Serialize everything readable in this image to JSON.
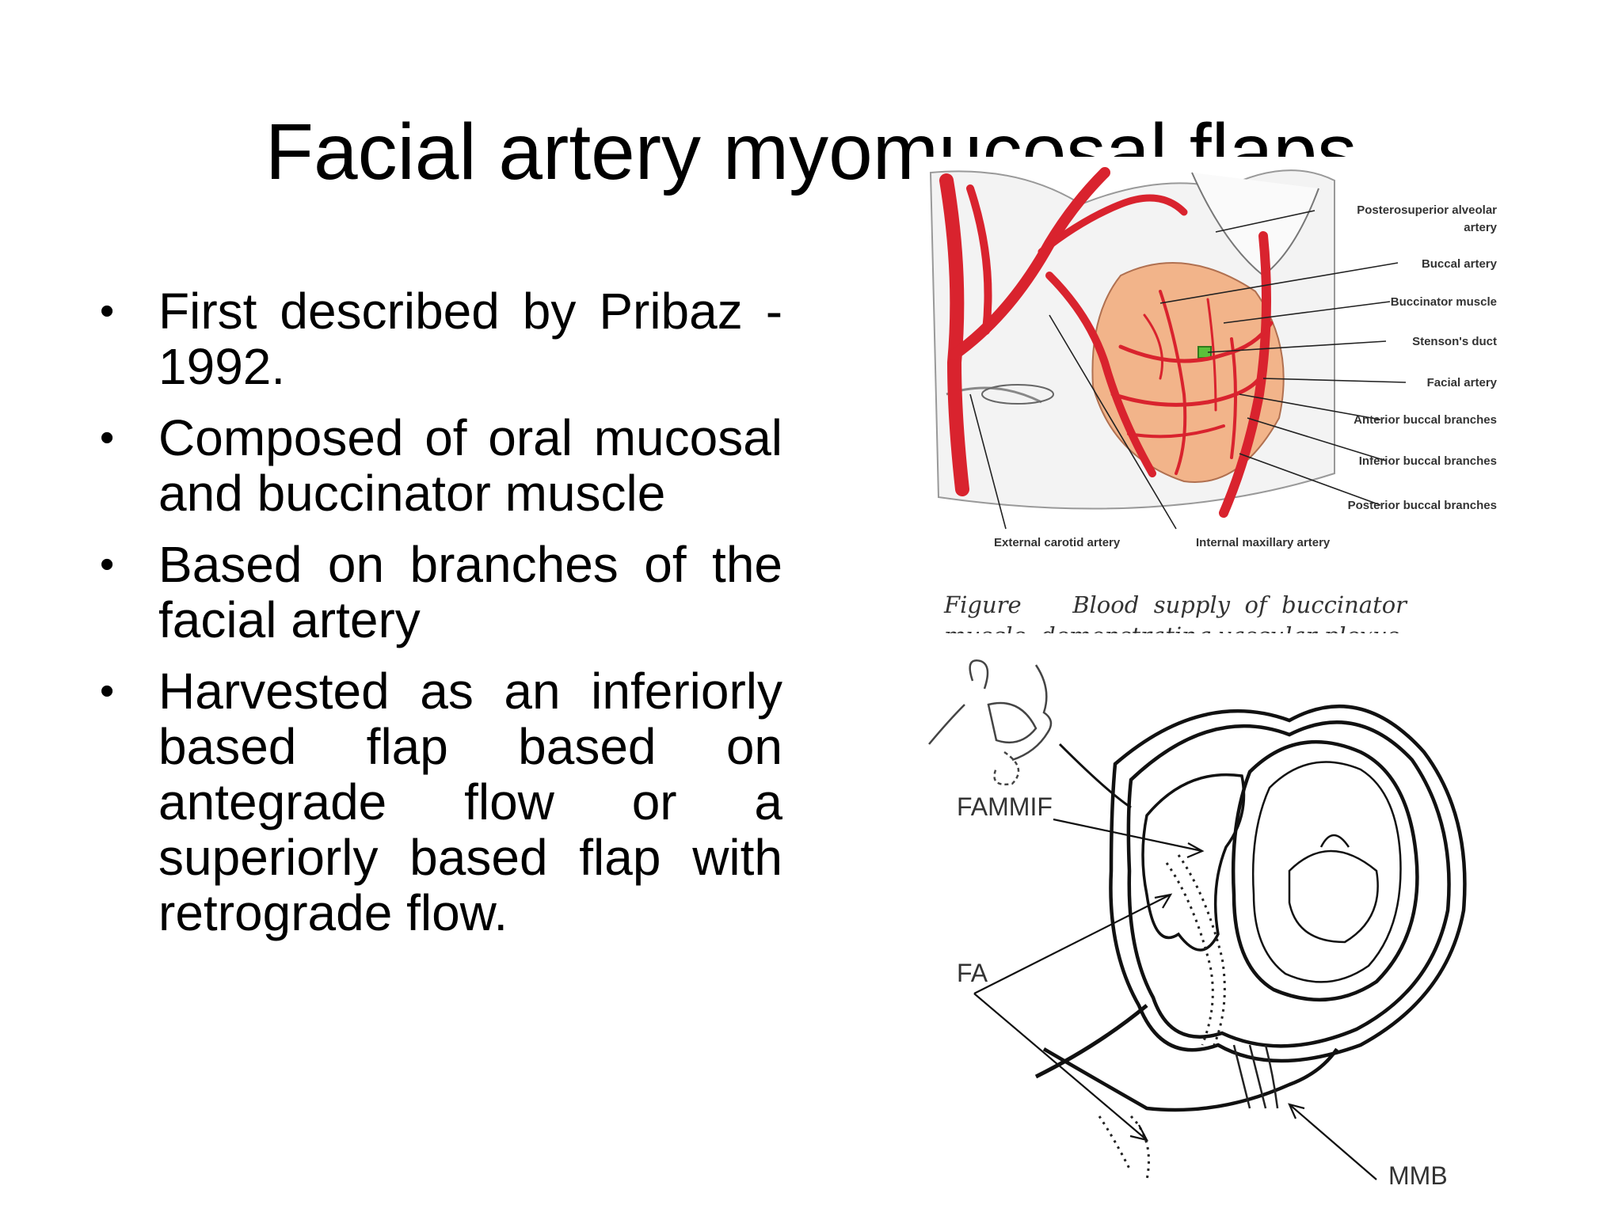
{
  "slide": {
    "title": "Facial artery myomucosal flaps",
    "bullets": [
      "First described by Pribaz - 1992.",
      "Composed of oral mucosal and buccinator muscle",
      "Based on branches of the facial artery",
      "Harvested as an inferiorly based flap based on antegrade flow or a superiorly based flap with retrograde flow."
    ]
  },
  "figure1": {
    "labels": {
      "posterosuperior_alveolar_1": "Posterosuperior alveolar",
      "posterosuperior_alveolar_2": "artery",
      "buccal_artery": "Buccal artery",
      "buccinator_muscle": "Buccinator muscle",
      "stensons_duct": "Stenson's duct",
      "facial_artery": "Facial artery",
      "anterior_buccal": "Anterior buccal branches",
      "inferior_buccal": "Inferior buccal branches",
      "posterior_buccal": "Posterior buccal branches",
      "external_carotid": "External carotid artery",
      "internal_maxillary": "Internal maxillary artery"
    },
    "caption_line1": "Figure       Blood  supply  of  buccinator",
    "caption_line2": "muscle, demonstrating vascular plexus",
    "colors": {
      "artery": "#d9232e",
      "muscle": "#f2b48a",
      "duct": "#5bbf3a"
    }
  },
  "figure2": {
    "labels": {
      "fammif": "FAMMIF",
      "fa": "FA",
      "mmb": "MMB"
    }
  }
}
